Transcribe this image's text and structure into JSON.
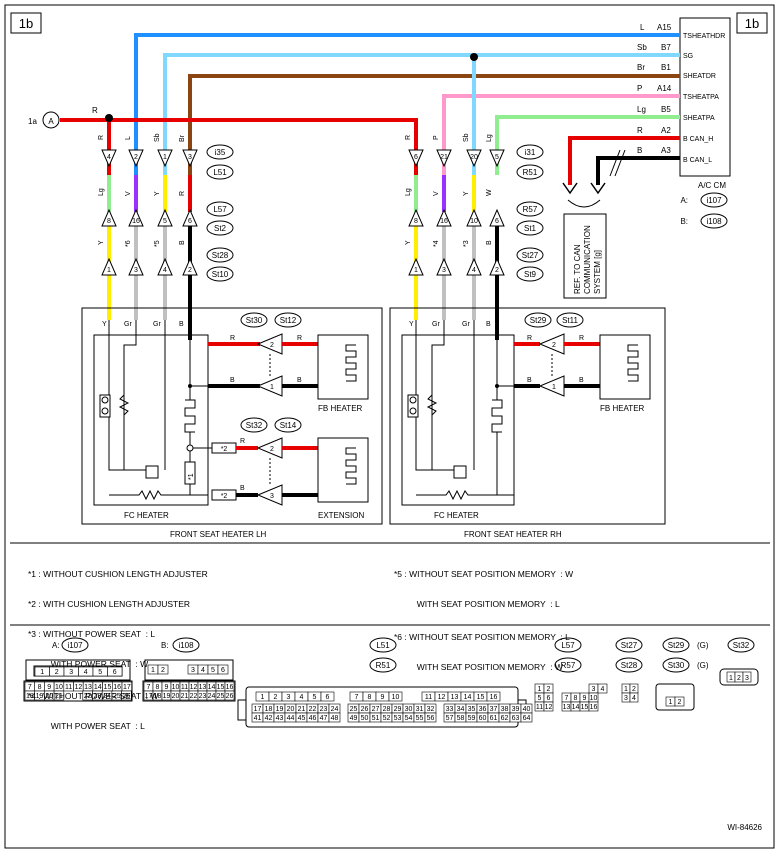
{
  "page_tags": {
    "left": "1b",
    "right": "1b"
  },
  "input_connector": {
    "label": "1a",
    "symbol": "A",
    "wire_color": "R"
  },
  "ac_module": {
    "name": "A/C CM",
    "pins": [
      {
        "wire": "L",
        "pin": "A15",
        "signal": "TSHEATHDR"
      },
      {
        "wire": "Sb",
        "pin": "B7",
        "signal": "SG"
      },
      {
        "wire": "Br",
        "pin": "B1",
        "signal": "SHEATDR"
      },
      {
        "wire": "P",
        "pin": "A14",
        "signal": "TSHEATPA"
      },
      {
        "wire": "Lg",
        "pin": "B5",
        "signal": "SHEATPA"
      },
      {
        "wire": "R",
        "pin": "A2",
        "signal": "B CAN_H"
      },
      {
        "wire": "B",
        "pin": "A3",
        "signal": "B CAN_L"
      }
    ],
    "connectors": [
      {
        "prefix": "A:",
        "id": "i107"
      },
      {
        "prefix": "B:",
        "id": "i108"
      }
    ]
  },
  "can_note": "REF. TO CAN COMMUNICATION SYSTEM [g]",
  "left_harness": {
    "top_wires": [
      "R",
      "L",
      "Sb",
      "Br"
    ],
    "top_pins": [
      "4",
      "2",
      "1",
      "3"
    ],
    "top_labels": [
      "i35",
      "L51"
    ],
    "mid_wires": [
      "Lg",
      "V",
      "Y",
      "R"
    ],
    "mid_pins": [
      "8",
      "16",
      "5",
      "6"
    ],
    "mid_labels": [
      "L57",
      "St2"
    ],
    "low_wires": [
      "Y",
      "*6",
      "*5",
      "B"
    ],
    "low_pins": [
      "1",
      "3",
      "4",
      "2"
    ],
    "low_labels": [
      "St28",
      "St10"
    ],
    "box_wires": [
      "Y",
      "Gr",
      "Gr",
      "B"
    ]
  },
  "right_harness": {
    "top_wires": [
      "R",
      "P",
      "Sb",
      "Lg"
    ],
    "top_pins": [
      "6",
      "21",
      "20",
      "5"
    ],
    "top_labels": [
      "i31",
      "R51"
    ],
    "mid_wires": [
      "Lg",
      "V",
      "Y",
      "W"
    ],
    "mid_pins": [
      "8",
      "16",
      "10",
      "6"
    ],
    "mid_labels": [
      "R57",
      "St1"
    ],
    "low_wires": [
      "Y",
      "*4",
      "*3",
      "B"
    ],
    "low_pins": [
      "1",
      "3",
      "4",
      "2"
    ],
    "low_labels": [
      "St27",
      "St9"
    ],
    "box_wires": [
      "Y",
      "Gr",
      "Gr",
      "B"
    ]
  },
  "lh_box": {
    "title": "FRONT SEAT HEATER LH",
    "fc_heater": "FC HEATER",
    "fb_heater": "FB HEATER",
    "extension": "EXTENSION",
    "conn_a": [
      "St30",
      "St12"
    ],
    "conn_b": [
      "St32",
      "St14"
    ],
    "fb_wires": [
      "R",
      "R",
      "B",
      "B"
    ],
    "fb_pins": [
      "2",
      "1"
    ],
    "ext_wires": [
      "R",
      "B"
    ],
    "ext_pins": [
      "2",
      "3"
    ],
    "star_labels": [
      "*2",
      "*2",
      "*1"
    ]
  },
  "rh_box": {
    "title": "FRONT SEAT HEATER RH",
    "fc_heater": "FC HEATER",
    "fb_heater": "FB HEATER",
    "conn_a": [
      "St29",
      "St11"
    ],
    "fb_wires": [
      "R",
      "R",
      "B",
      "B"
    ],
    "fb_pins": [
      "2",
      "1"
    ]
  },
  "notes_left": [
    {
      "key": "*1",
      "text": ": WITHOUT CUSHION LENGTH ADJUSTER"
    },
    {
      "key": "*2",
      "text": ": WITH CUSHION LENGTH ADJUSTER"
    },
    {
      "key": "*3",
      "text": ": WITHOUT POWER SEAT  : L"
    },
    {
      "key": "",
      "text": "  WITH POWER SEAT  : W"
    },
    {
      "key": "*4",
      "text": ": WITHOUT POWER SEAT  : W"
    },
    {
      "key": "",
      "text": "  WITH POWER SEAT  : L"
    }
  ],
  "notes_right": [
    {
      "key": "*5",
      "text": ": WITHOUT SEAT POSITION MEMORY  : W"
    },
    {
      "key": "",
      "text": "  WITH SEAT POSITION MEMORY  : L"
    },
    {
      "key": "*6",
      "text": ": WITHOUT SEAT POSITION MEMORY  : L"
    },
    {
      "key": "",
      "text": "  WITH SEAT POSITION MEMORY  : W"
    }
  ],
  "connector_views": {
    "a": {
      "prefix": "A:",
      "id": "i107",
      "row1": [
        "1",
        "2",
        "3",
        "4",
        "5",
        "6"
      ],
      "row2": [
        "7",
        "8",
        "9",
        "10",
        "11",
        "12",
        "13",
        "14",
        "15",
        "16",
        "17"
      ],
      "row3": [
        "18",
        "19",
        "20",
        "21",
        "22",
        "23",
        "24",
        "25",
        "26"
      ]
    },
    "b": {
      "prefix": "B:",
      "id": "i108",
      "row1": [
        "1",
        "2",
        "3",
        "4",
        "5",
        "6"
      ],
      "row2": [
        "7",
        "8",
        "9",
        "10",
        "11",
        "12",
        "13",
        "14",
        "15",
        "16"
      ],
      "row3": [
        "17",
        "18",
        "19",
        "20",
        "21",
        "22",
        "23",
        "24",
        "25",
        "26"
      ]
    },
    "l51": {
      "ids": [
        "L51",
        "R51"
      ],
      "row1": [
        "1",
        "2",
        "3",
        "4",
        "5",
        "6",
        "7",
        "8",
        "9",
        "10",
        "11",
        "12",
        "13",
        "14",
        "15",
        "16"
      ],
      "row2": [
        "17",
        "18",
        "19",
        "20",
        "21",
        "22",
        "23",
        "24",
        "25",
        "26",
        "27",
        "28",
        "29",
        "30",
        "31",
        "32",
        "33",
        "34",
        "35",
        "36",
        "37",
        "38",
        "39",
        "40"
      ],
      "row3": [
        "41",
        "42",
        "43",
        "44",
        "45",
        "46",
        "47",
        "48",
        "49",
        "50",
        "51",
        "52",
        "53",
        "54",
        "55",
        "56",
        "57",
        "58",
        "59",
        "60",
        "61",
        "62",
        "63",
        "64"
      ]
    },
    "l57": {
      "ids": [
        "L57",
        "R57"
      ],
      "row1": [
        "1",
        "2",
        "3",
        "4"
      ],
      "row2": [
        "5",
        "6",
        "7",
        "8",
        "9",
        "10"
      ],
      "row3": [
        "11",
        "12",
        "13",
        "14",
        "15",
        "16"
      ]
    },
    "st27": {
      "ids": [
        "St27",
        "St28"
      ],
      "row1": [
        "1",
        "2"
      ],
      "row2": [
        "3",
        "4"
      ]
    },
    "st29": {
      "ids": [
        "St29",
        "St30"
      ],
      "suffix": "(G)",
      "row1": [
        "1",
        "2"
      ]
    },
    "st32": {
      "ids": [
        "St32"
      ],
      "row1": [
        "1",
        "2",
        "3"
      ]
    }
  },
  "figure_id": "WI-84626",
  "wire_colors": {
    "R": "#e60000",
    "L": "#1e90ff",
    "Sb": "#80d8ff",
    "Br": "#8b4513",
    "Lg": "#90ee90",
    "V": "#9b30ff",
    "Y": "#ffee00",
    "B": "#000000",
    "Gr": "#c0c0c0",
    "P": "#ff99cc",
    "W": "#ffffff"
  }
}
